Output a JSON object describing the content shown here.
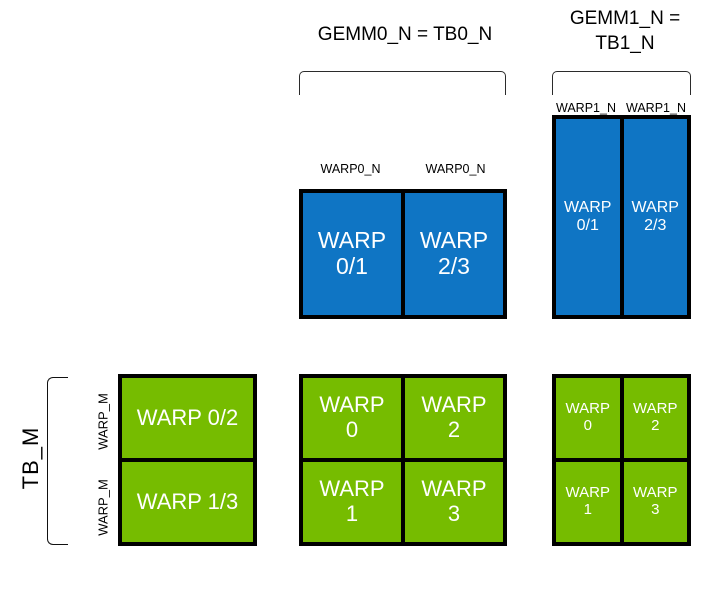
{
  "diagram": {
    "title_top_center": "GEMM0_N = TB0_N",
    "title_top_right": "GEMM1_N =\nTB1_N",
    "left_axis_label": "TB_M",
    "colors": {
      "blue": "#0f75c4",
      "green": "#76bc00",
      "border": "#000000",
      "text_on_fill": "#ffffff",
      "background": "#ffffff"
    }
  },
  "captions": {
    "warp0_n_left": "WARP0_N",
    "warp0_n_right": "WARP0_N",
    "warp1_n_left": "WARP1_N",
    "warp1_n_right": "WARP1_N",
    "warp_m_top": "WARP_M",
    "warp_m_bottom": "WARP_M"
  },
  "blocks": {
    "blue_middle": {
      "name": "gemm0-tile",
      "cells": [
        {
          "label": "WARP\n0/1"
        },
        {
          "label": "WARP\n2/3"
        }
      ]
    },
    "blue_right": {
      "name": "gemm1-tile",
      "cells": [
        {
          "label": "WARP\n0/1"
        },
        {
          "label": "WARP\n2/3"
        }
      ]
    },
    "green_left": {
      "name": "tbm-tile",
      "cells": [
        {
          "label": "WARP 0/2"
        },
        {
          "label": "WARP 1/3"
        }
      ]
    },
    "green_middle": {
      "name": "gemm0-warp-grid",
      "cells": [
        {
          "label": "WARP\n0"
        },
        {
          "label": "WARP\n2"
        },
        {
          "label": "WARP\n1"
        },
        {
          "label": "WARP\n3"
        }
      ]
    },
    "green_right": {
      "name": "gemm1-warp-grid",
      "cells": [
        {
          "label": "WARP\n0"
        },
        {
          "label": "WARP\n2"
        },
        {
          "label": "WARP\n1"
        },
        {
          "label": "WARP\n3"
        }
      ]
    }
  }
}
